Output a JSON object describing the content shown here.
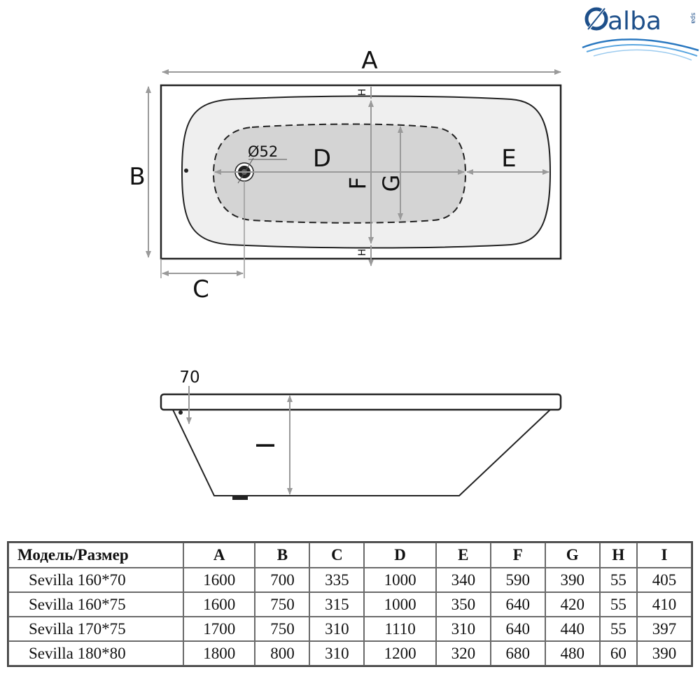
{
  "logo": {
    "brand": "alba",
    "suffix": "spa"
  },
  "top_view": {
    "labels": {
      "a": "A",
      "b": "B",
      "c": "C",
      "d": "D",
      "e": "E",
      "f": "F",
      "g": "G",
      "h_top": "H",
      "h_bottom": "H"
    },
    "drain_label": "Ø52"
  },
  "side_view": {
    "rim_label": "70",
    "depth_label": "I"
  },
  "spec_table": {
    "headers": [
      "Модель/Размер",
      "A",
      "B",
      "C",
      "D",
      "E",
      "F",
      "G",
      "H",
      "I"
    ],
    "rows": [
      {
        "model": "Sevilla 160*70",
        "values": [
          "1600",
          "700",
          "335",
          "1000",
          "340",
          "590",
          "390",
          "55",
          "405"
        ]
      },
      {
        "model": "Sevilla 160*75",
        "values": [
          "1600",
          "750",
          "315",
          "1000",
          "350",
          "640",
          "420",
          "55",
          "410"
        ]
      },
      {
        "model": "Sevilla 170*75",
        "values": [
          "1700",
          "750",
          "310",
          "1110",
          "310",
          "640",
          "440",
          "55",
          "397"
        ]
      },
      {
        "model": "Sevilla 180*80",
        "values": [
          "1800",
          "800",
          "310",
          "1200",
          "320",
          "680",
          "480",
          "60",
          "390"
        ]
      }
    ]
  }
}
